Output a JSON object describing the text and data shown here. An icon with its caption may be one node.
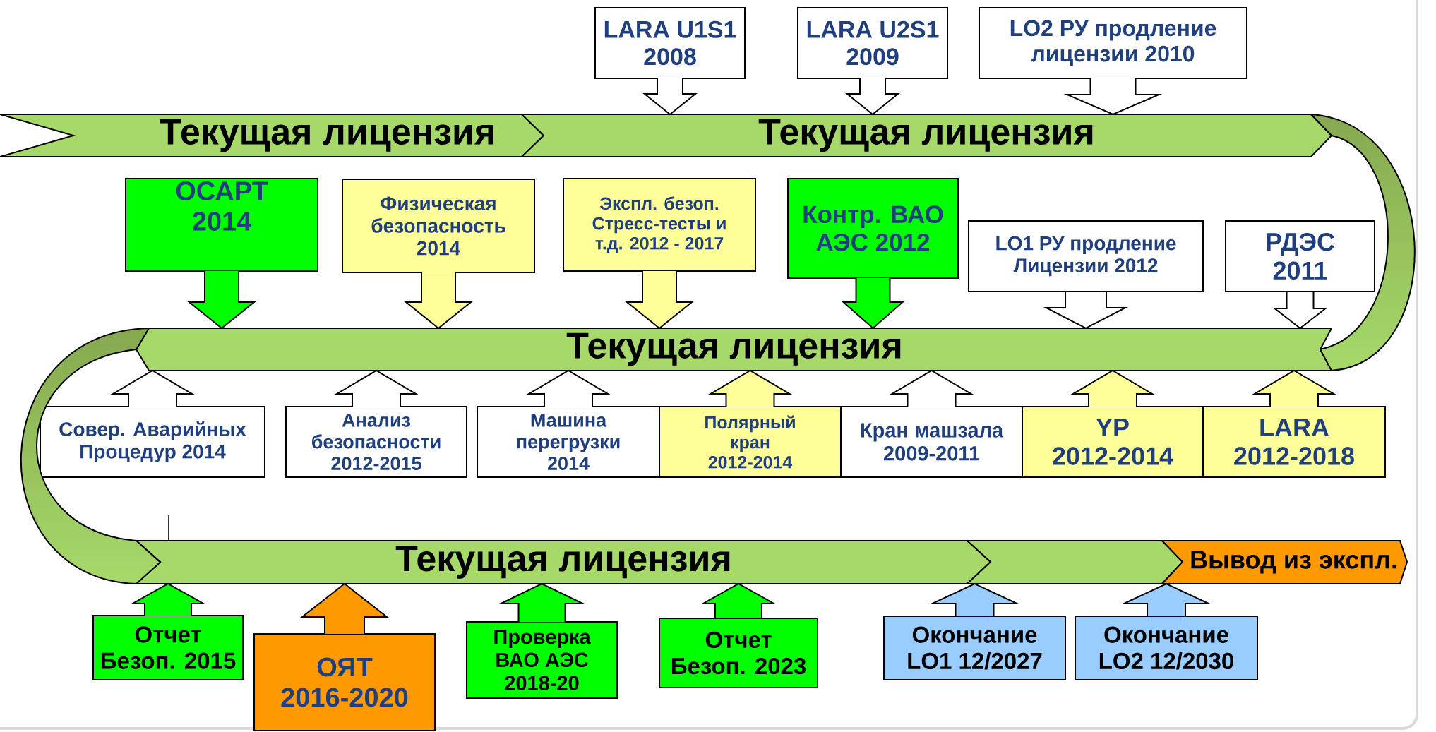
{
  "diagram": {
    "nodes": [
      {
        "text": [
          "LARA U1S1 2008"
        ]
      },
      {
        "text": [
          "LARA U2S1 2009"
        ]
      },
      {
        "text": [
          "LO2 РУ продление лицензии 2010"
        ]
      },
      {
        "text": [
          "Текущая лицензия"
        ]
      },
      {
        "text": [
          "Текущая лицензия"
        ]
      },
      {
        "text": [
          "ОСАРТ 2014"
        ]
      },
      {
        "text": [
          "Физическая безопасность 2014"
        ]
      },
      {
        "text": [
          "Экспл. безоп. Стресс-тесты и т.д. 2012 - 2017"
        ]
      },
      {
        "text": [
          "Контр. ВАО АЭС 2012"
        ]
      },
      {
        "text": [
          "LO1 РУ продление Лицензии 2012"
        ]
      },
      {
        "text": [
          "РДЭС 2011"
        ]
      },
      {
        "text": [
          "Текущая лицензия"
        ]
      },
      {
        "text": [
          "Совер. Аварийных Процедур 2014"
        ]
      },
      {
        "text": [
          "Анализ безопасности 2012-2015"
        ]
      },
      {
        "text": [
          "Машина перегрузки 2014"
        ]
      },
      {
        "text": [
          "Полярный кран 2012-2014"
        ]
      },
      {
        "text": [
          "Кран машзала 2009-2011"
        ]
      },
      {
        "text": [
          "YP 2012-2014"
        ]
      },
      {
        "text": [
          "LARA 2012-2018"
        ]
      },
      {
        "text": [
          "Текущая лицензия"
        ]
      },
      {
        "text": [],
        "shape": "bar"
      },
      {
        "text": [
          "Вывод из экспл."
        ]
      },
      {
        "text": [
          "Отчет Безоп. 2015"
        ]
      },
      {
        "text": [
          "ОЯТ 2016-2020"
        ]
      },
      {
        "text": [
          "Проверка ВАО АЭС 2018-20"
        ]
      },
      {
        "text": [
          "Отчет Безоп. 2023"
        ]
      },
      {
        "text": [
          "Окончание LO1 12/2027"
        ]
      },
      {
        "text": [
          "Окончание LO2 12/2030"
        ]
      }
    ],
    "edges": [
      {
        "from": 0,
        "to": 4,
        "arrow": "to"
      },
      {
        "from": 1,
        "to": 4,
        "arrow": "to"
      },
      {
        "from": 2,
        "to": 4,
        "arrow": "to"
      },
      {
        "from": 4,
        "to": 11,
        "arrow": "none"
      },
      {
        "from": 5,
        "to": 11,
        "arrow": "to"
      },
      {
        "from": 6,
        "to": 11,
        "arrow": "to"
      },
      {
        "from": 7,
        "to": 11,
        "arrow": "to"
      },
      {
        "from": 8,
        "to": 11,
        "arrow": "to"
      },
      {
        "from": 9,
        "to": 11,
        "arrow": "to"
      },
      {
        "from": 10,
        "to": 11,
        "arrow": "to"
      },
      {
        "from": 12,
        "to": 11,
        "arrow": "to"
      },
      {
        "from": 13,
        "to": 11,
        "arrow": "to"
      },
      {
        "from": 14,
        "to": 11,
        "arrow": "to"
      },
      {
        "from": 15,
        "to": 11,
        "arrow": "to"
      },
      {
        "from": 16,
        "to": 11,
        "arrow": "to"
      },
      {
        "from": 17,
        "to": 11,
        "arrow": "to"
      },
      {
        "from": 18,
        "to": 11,
        "arrow": "to"
      },
      {
        "from": 11,
        "to": 19,
        "arrow": "none"
      },
      {
        "from": 22,
        "to": 19,
        "arrow": "to"
      },
      {
        "from": 23,
        "to": 19,
        "arrow": "to"
      },
      {
        "from": 24,
        "to": 19,
        "arrow": "to"
      },
      {
        "from": 25,
        "to": 19,
        "arrow": "to"
      },
      {
        "from": 26,
        "to": 20,
        "arrow": "to"
      },
      {
        "from": 27,
        "to": 21,
        "arrow": "to"
      }
    ]
  }
}
